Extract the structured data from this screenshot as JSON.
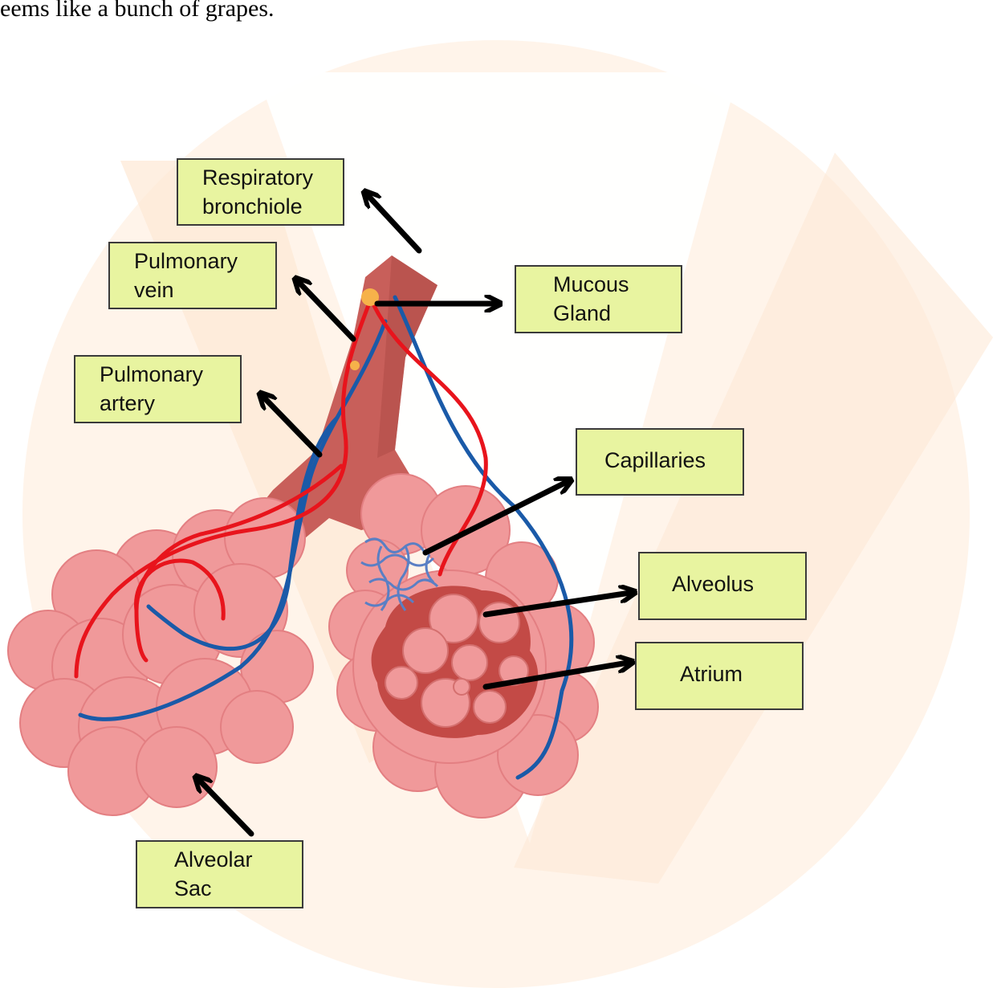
{
  "caption": "eems like a bunch of grapes.",
  "labels": {
    "respiratory_bronchiole": "Respiratory\nbronchiole",
    "pulmonary_vein": "Pulmonary\nvein",
    "pulmonary_artery": "Pulmonary\nartery",
    "mucous_gland": "Mucous\nGland",
    "capillaries": "Capillaries",
    "alveolus": "Alveolus",
    "atrium": "Atrium",
    "alveolar_sac": "Alveolar\nSac"
  },
  "colors": {
    "label_fill": "#e8f4a0",
    "artery_red": "#e8141c",
    "vein_blue": "#1a5aa8",
    "alveoli_pink": "#f0999a",
    "bronchiole": "#c85f5a",
    "gland": "#f6b24a",
    "watermark": "#fde8d4"
  }
}
